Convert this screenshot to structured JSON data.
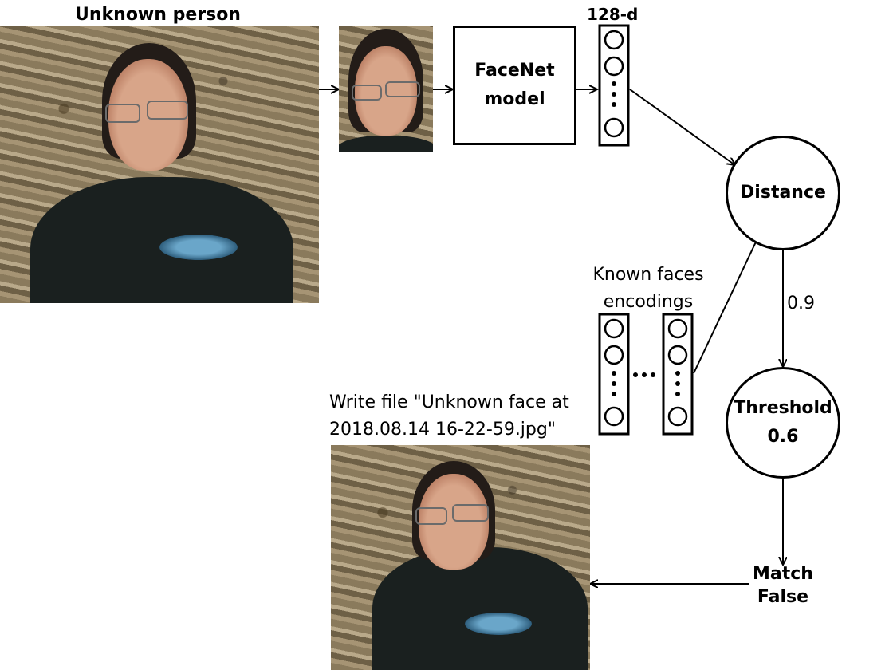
{
  "unknown_person_label": "Unknown person",
  "vector_label": "128-d",
  "facenet_model": {
    "line1": "FaceNet",
    "line2": "model"
  },
  "distance_label": "Distance",
  "distance_value": "0.9",
  "known_faces_label": {
    "line1": "Known faces",
    "line2": "encodings"
  },
  "threshold": {
    "label": "Threshold",
    "value": "0.6"
  },
  "match": {
    "label": "Match",
    "value": "False"
  },
  "write_file": {
    "line1": "Write file \"Unknown face at",
    "line2": "2018.08.14 16-22-59.jpg\""
  },
  "colors": {
    "line": "#000000",
    "wall": "#8b7b5d",
    "shirt": "#1a201f"
  }
}
